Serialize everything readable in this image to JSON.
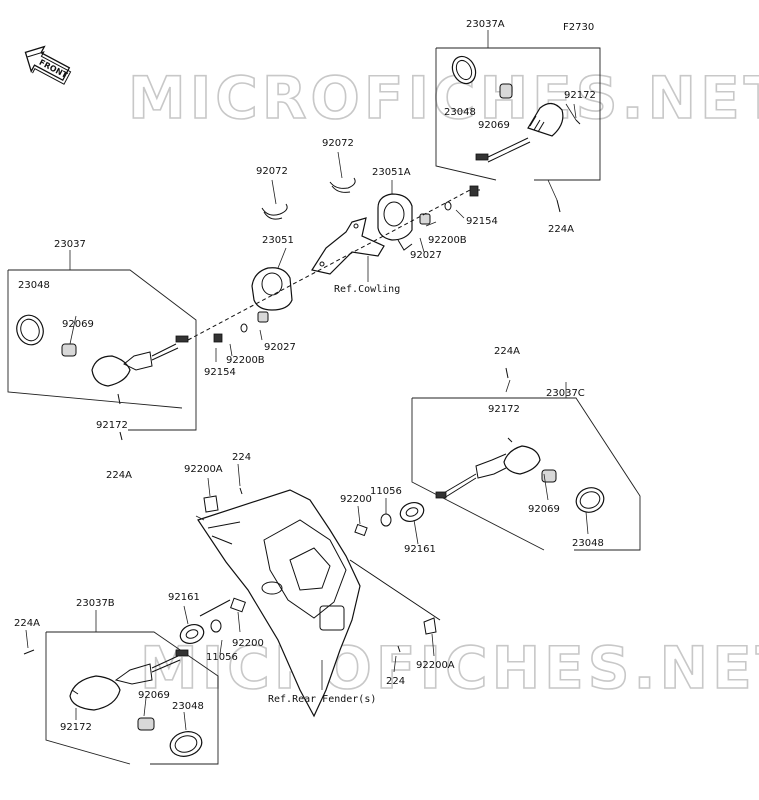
{
  "figure_code": "F2730",
  "direction_badge": "FRONT",
  "watermark": "MICROFICHES.NET",
  "references": {
    "cowling": "Ref.Cowling",
    "rear_fender": "Ref.Rear Fender(s)"
  },
  "labels": {
    "a23037A": "23037A",
    "a23048_ur": "23048",
    "a92069_ur": "92069",
    "a92172_ur": "92172",
    "a224A_ur": "224A",
    "a92072_l": "92072",
    "a92072_r": "92072",
    "a23051A": "23051A",
    "a92154_r": "92154",
    "a92200B_r": "92200B",
    "a92027_r": "92027",
    "a23051": "23051",
    "a23037": "23037",
    "a23048_ul": "23048",
    "a92069_ul": "92069",
    "a92027_l": "92027",
    "a92200B_l": "92200B",
    "a92154_l": "92154",
    "a92172_ul": "92172",
    "a224A_ul": "224A",
    "a224A_mr": "224A",
    "a23037C": "23037C",
    "a92172_mr": "92172",
    "a92069_mr": "92069",
    "a23048_mr": "23048",
    "a92200A_t": "92200A",
    "a224_t": "224",
    "a92200_t": "92200",
    "a11056_t": "11056",
    "a92161_r": "92161",
    "a224A_ll": "224A",
    "a23037B": "23037B",
    "a92161_l": "92161",
    "a92200_b": "92200",
    "a11056_b": "11056",
    "a92069_ll": "92069",
    "a23048_ll": "23048",
    "a92172_ll": "92172",
    "a224_b": "224",
    "a92200A_b": "92200A"
  }
}
